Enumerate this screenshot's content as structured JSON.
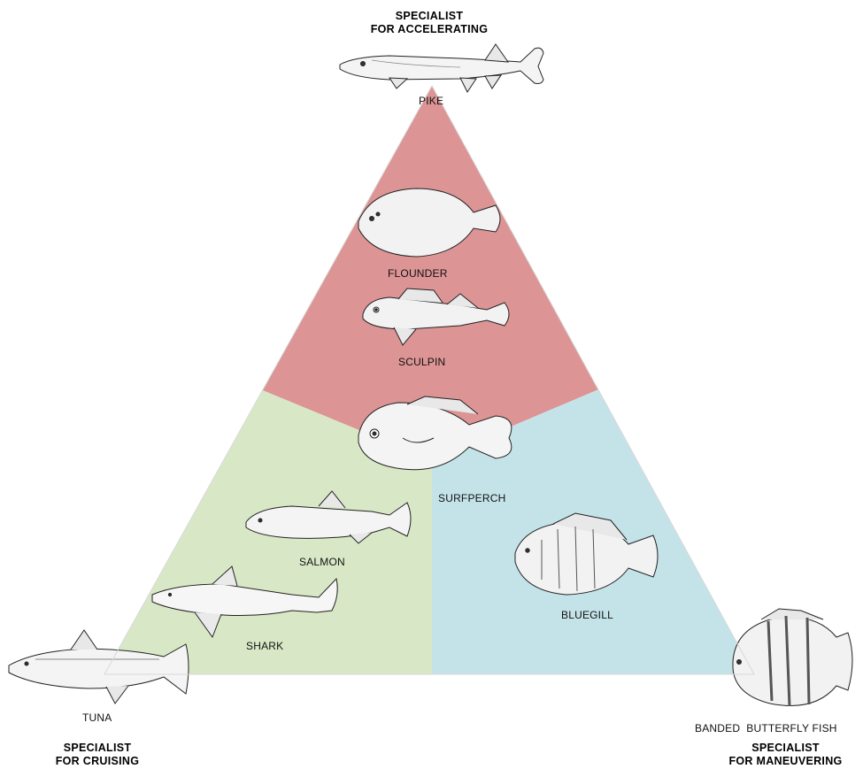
{
  "corners": {
    "top": {
      "line1": "SPECIALIST",
      "line2": "FOR ACCELERATING"
    },
    "left": {
      "line1": "SPECIALIST",
      "line2": "FOR CRUISING"
    },
    "right": {
      "line1": "SPECIALIST",
      "line2": "FOR MANEUVERING"
    }
  },
  "fish": {
    "pike": "PIKE",
    "flounder": "FLOUNDER",
    "sculpin": "SCULPIN",
    "surfperch": "SURFPERCH",
    "salmon": "SALMON",
    "shark": "SHARK",
    "bluegill": "BLUEGILL",
    "tuna": "TUNA",
    "butterfly": "BANDED  BUTTERFLY FISH"
  },
  "regions": {
    "accelerating_color": "#dc9495",
    "cruising_color": "#d8e8c6",
    "maneuvering_color": "#c4e3e9"
  }
}
